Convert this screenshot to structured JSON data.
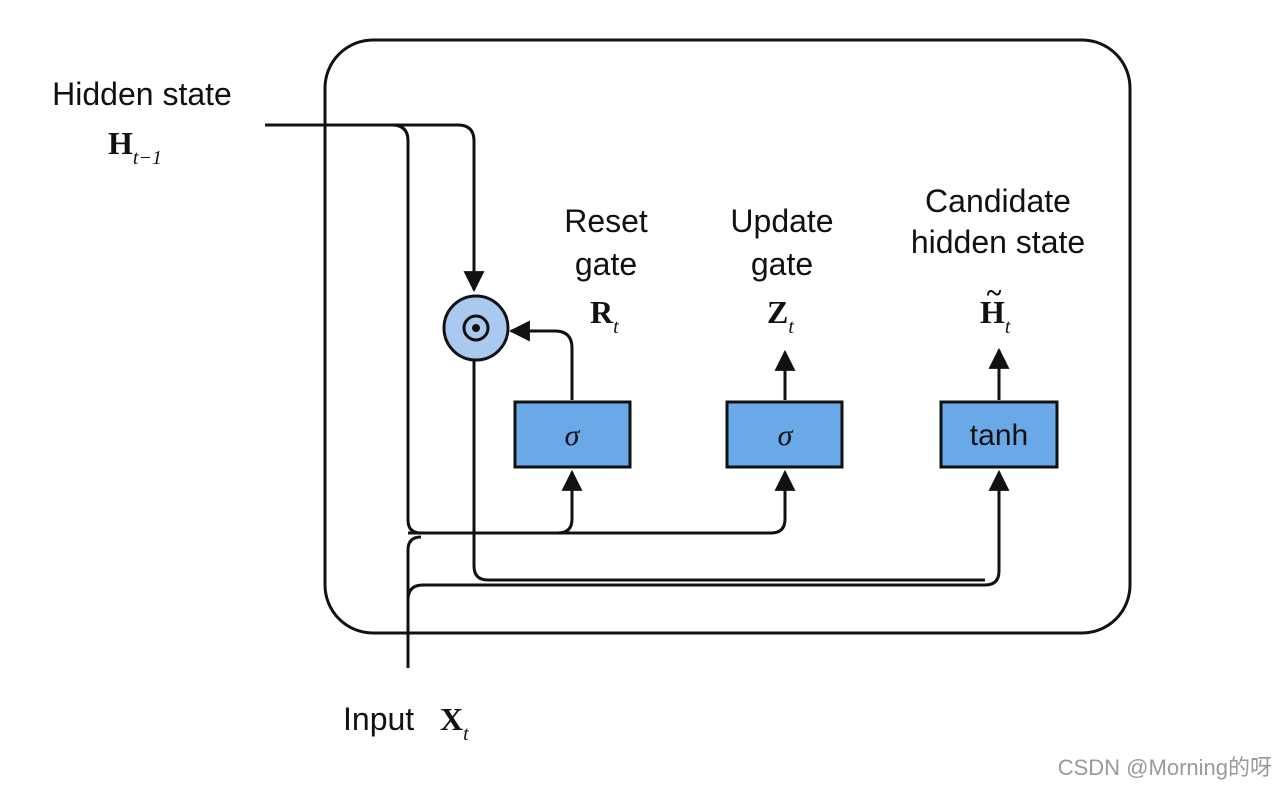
{
  "colors": {
    "box_fill": "#6aa8e8",
    "circle_fill": "#a9c9f0",
    "stroke": "#111111",
    "watermark": "#9a9a9a"
  },
  "labels": {
    "hidden_state": "Hidden state",
    "h_prev_main": "H",
    "h_prev_sub": "t−1",
    "reset_line1": "Reset",
    "reset_line2": "gate",
    "reset_sym_main": "R",
    "reset_sym_sub": "t",
    "update_line1": "Update",
    "update_line2": "gate",
    "update_sym_main": "Z",
    "update_sym_sub": "t",
    "candidate_line1": "Candidate",
    "candidate_line2": "hidden state",
    "candidate_sym_tilde": "~",
    "candidate_sym_main": "H",
    "candidate_sym_sub": "t",
    "input_text": "Input",
    "input_sym_main": "X",
    "input_sym_sub": "t"
  },
  "boxes": {
    "reset": "σ",
    "update": "σ",
    "candidate": "tanh"
  },
  "operator_icon": "hadamard-product-icon",
  "watermark": "CSDN @Morning的呀"
}
